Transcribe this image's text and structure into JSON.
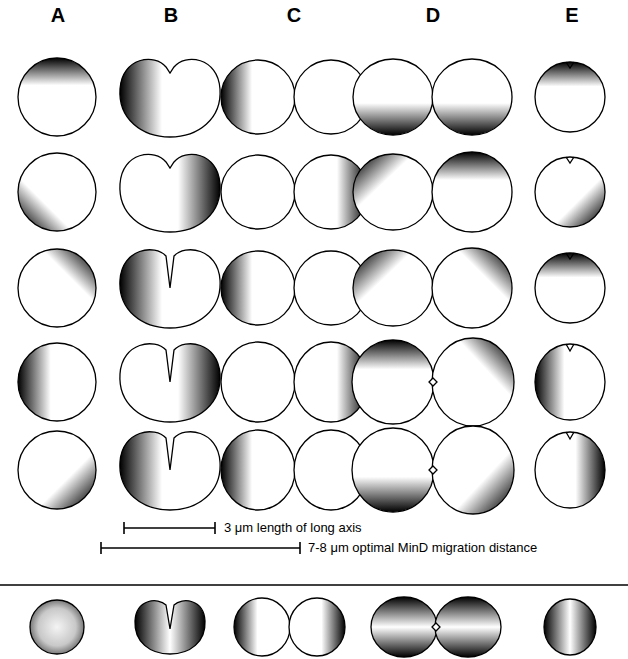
{
  "diagram": {
    "labels": [
      "A",
      "B",
      "C",
      "D",
      "E",
      "3 μm length of long axis",
      "7-8 μm optimal MinD migration distance"
    ]
  }
}
